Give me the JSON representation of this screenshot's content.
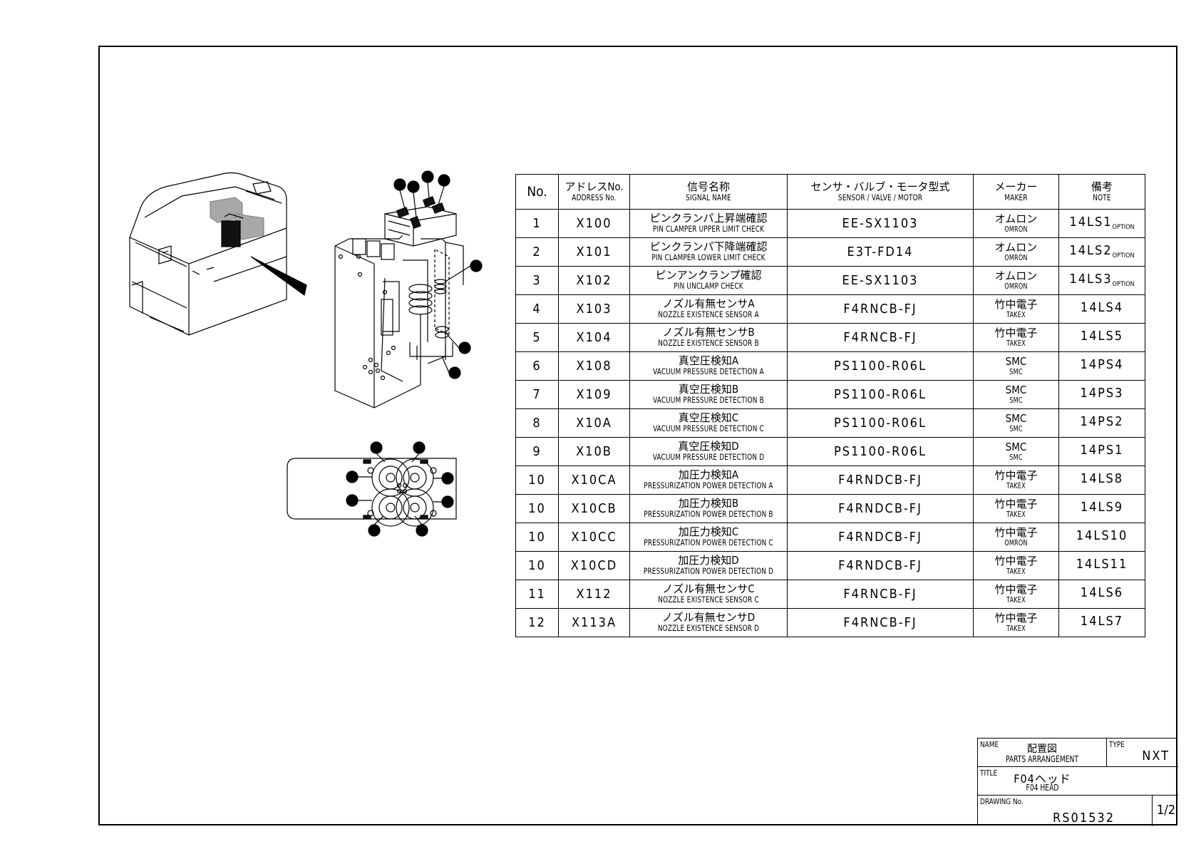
{
  "table": {
    "headers": [
      {
        "jp": "No.",
        "en": ""
      },
      {
        "jp": "アドレスNo.",
        "en": "ADDRESS No."
      },
      {
        "jp": "信号名称",
        "en": "SIGNAL NAME"
      },
      {
        "jp": "センサ・バルブ・モータ型式",
        "en": "SENSOR / VALVE / MOTOR"
      },
      {
        "jp": "メーカー",
        "en": "MAKER"
      },
      {
        "jp": "備考",
        "en": "NOTE"
      }
    ],
    "rows": [
      {
        "no": "1",
        "addr": "X100",
        "sig_jp": "ピンクランパ上昇端確認",
        "sig_en": "PIN CLAMPER UPPER LIMIT CHECK",
        "model": "EE-SX1103",
        "maker_jp": "オムロン",
        "maker_en": "OMRON",
        "note": "14LS1",
        "note_sub": "OPTION"
      },
      {
        "no": "2",
        "addr": "X101",
        "sig_jp": "ピンクランパ下降端確認",
        "sig_en": "PIN CLAMPER LOWER LIMIT CHECK",
        "model": "E3T-FD14",
        "maker_jp": "オムロン",
        "maker_en": "OMRON",
        "note": "14LS2",
        "note_sub": "OPTION"
      },
      {
        "no": "3",
        "addr": "X102",
        "sig_jp": "ピンアンクランプ確認",
        "sig_en": "PIN UNCLAMP CHECK",
        "model": "EE-SX1103",
        "maker_jp": "オムロン",
        "maker_en": "OMRON",
        "note": "14LS3",
        "note_sub": "OPTION"
      },
      {
        "no": "4",
        "addr": "X103",
        "sig_jp": "ノズル有無センサA",
        "sig_en": "NOZZLE EXISTENCE SENSOR A",
        "model": "F4RNCB-FJ",
        "maker_jp": "竹中電子",
        "maker_en": "TAKEX",
        "note": "14LS4",
        "note_sub": ""
      },
      {
        "no": "5",
        "addr": "X104",
        "sig_jp": "ノズル有無センサB",
        "sig_en": "NOZZLE EXISTENCE SENSOR B",
        "model": "F4RNCB-FJ",
        "maker_jp": "竹中電子",
        "maker_en": "TAKEX",
        "note": "14LS5",
        "note_sub": ""
      },
      {
        "no": "6",
        "addr": "X108",
        "sig_jp": "真空圧検知A",
        "sig_en": "VACUUM PRESSURE DETECTION A",
        "model": "PS1100-R06L",
        "maker_jp": "SMC",
        "maker_en": "SMC",
        "note": "14PS4",
        "note_sub": ""
      },
      {
        "no": "7",
        "addr": "X109",
        "sig_jp": "真空圧検知B",
        "sig_en": "VACUUM PRESSURE DETECTION B",
        "model": "PS1100-R06L",
        "maker_jp": "SMC",
        "maker_en": "SMC",
        "note": "14PS3",
        "note_sub": ""
      },
      {
        "no": "8",
        "addr": "X10A",
        "sig_jp": "真空圧検知C",
        "sig_en": "VACUUM PRESSURE DETECTION C",
        "model": "PS1100-R06L",
        "maker_jp": "SMC",
        "maker_en": "SMC",
        "note": "14PS2",
        "note_sub": ""
      },
      {
        "no": "9",
        "addr": "X10B",
        "sig_jp": "真空圧検知D",
        "sig_en": "VACUUM PRESSURE DETECTION D",
        "model": "PS1100-R06L",
        "maker_jp": "SMC",
        "maker_en": "SMC",
        "note": "14PS1",
        "note_sub": ""
      },
      {
        "no": "10",
        "addr": "X10CA",
        "sig_jp": "加圧力検知A",
        "sig_en": "PRESSURIZATION POWER DETECTION A",
        "model": "F4RNDCB-FJ",
        "maker_jp": "竹中電子",
        "maker_en": "TAKEX",
        "note": "14LS8",
        "note_sub": ""
      },
      {
        "no": "10",
        "addr": "X10CB",
        "sig_jp": "加圧力検知B",
        "sig_en": "PRESSURIZATION POWER DETECTION B",
        "model": "F4RNDCB-FJ",
        "maker_jp": "竹中電子",
        "maker_en": "TAKEX",
        "note": "14LS9",
        "note_sub": ""
      },
      {
        "no": "10",
        "addr": "X10CC",
        "sig_jp": "加圧力検知C",
        "sig_en": "PRESSURIZATION POWER DETECTION C",
        "model": "F4RNDCB-FJ",
        "maker_jp": "竹中電子",
        "maker_en": "OMRON",
        "note": "14LS10",
        "note_sub": ""
      },
      {
        "no": "10",
        "addr": "X10CD",
        "sig_jp": "加圧力検知D",
        "sig_en": "PRESSURIZATION POWER DETECTION D",
        "model": "F4RNDCB-FJ",
        "maker_jp": "竹中電子",
        "maker_en": "TAKEX",
        "note": "14LS11",
        "note_sub": ""
      },
      {
        "no": "11",
        "addr": "X112",
        "sig_jp": "ノズル有無センサC",
        "sig_en": "NOZZLE EXISTENCE SENSOR C",
        "model": "F4RNCB-FJ",
        "maker_jp": "竹中電子",
        "maker_en": "TAKEX",
        "note": "14LS6",
        "note_sub": ""
      },
      {
        "no": "12",
        "addr": "X113A",
        "sig_jp": "ノズル有無センサD",
        "sig_en": "NOZZLE EXISTENCE SENSOR D",
        "model": "F4RNCB-FJ",
        "maker_jp": "竹中電子",
        "maker_en": "TAKEX",
        "note": "14LS7",
        "note_sub": ""
      }
    ]
  },
  "title_block": {
    "name_label": "NAME",
    "name_jp": "配置図",
    "name_en": "PARTS ARRANGEMENT",
    "type_label": "TYPE",
    "type_value": "NXT",
    "title_label": "TITLE",
    "title_jp": "F04ヘッド",
    "title_en": "F04 HEAD",
    "drawing_label": "DRAWING No.",
    "drawing_no": "RS01532",
    "sheet": "1/2"
  }
}
